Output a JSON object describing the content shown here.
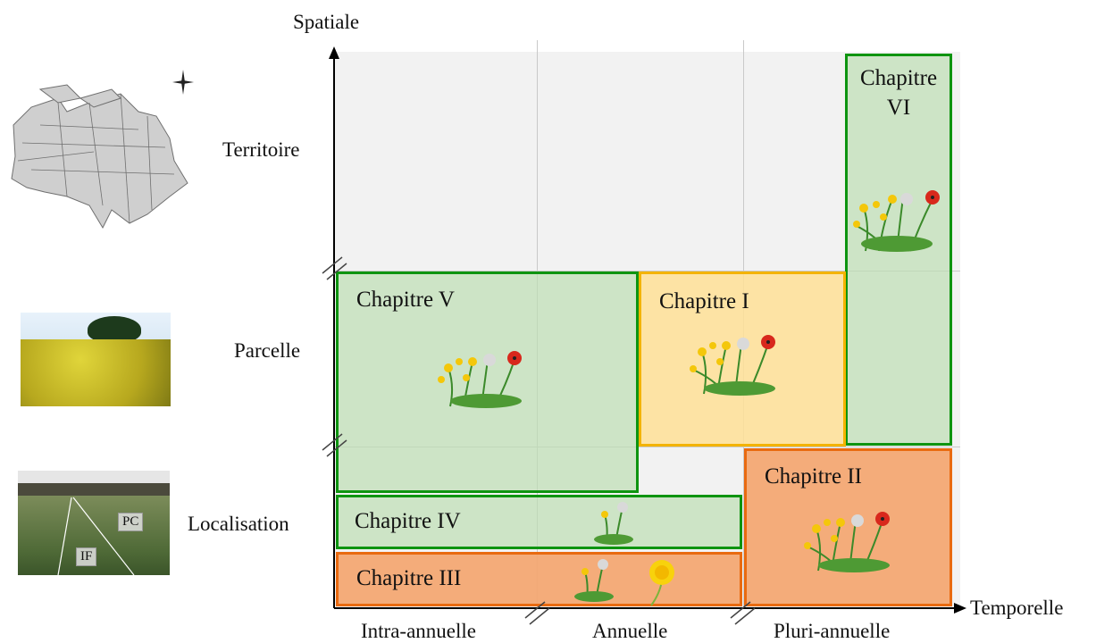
{
  "axes": {
    "y_label": "Spatiale",
    "x_label": "Temporelle",
    "spatial_levels": [
      "Territoire",
      "Parcelle",
      "Localisation"
    ],
    "temporal_levels": [
      "Intra-annuelle",
      "Annuelle",
      "Pluri-annuelle"
    ]
  },
  "chapters": {
    "c6": "Chapitre\nVI",
    "c5": "Chapitre V",
    "c1": "Chapitre I",
    "c2": "Chapitre II",
    "c4": "Chapitre IV",
    "c3": "Chapitre III"
  },
  "photo_tags": {
    "pc": "PC",
    "if": "IF"
  },
  "colors": {
    "green_fill": "#cfe3c5",
    "green_border": "#0e9410",
    "yellow_fill": "#fde7a5",
    "yellow_border": "#f3b300",
    "orange_fill": "#f4a670",
    "orange_border": "#e96a10",
    "grid_bg": "#f2f2f2"
  }
}
